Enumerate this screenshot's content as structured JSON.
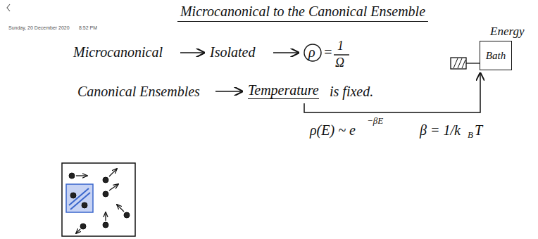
{
  "diagram": {
    "title": "Microcanonical to the Canonical Ensemble",
    "nodes": [
      {
        "text": [
          "Energy",
          "Bath"
        ]
      }
    ],
    "labels": [
      "Sunday, 20 December 2020",
      "8:52 PM",
      "Microcanonical",
      "Isolated",
      "ρ",
      "=",
      "1",
      "Ω",
      "Canonical Ensembles",
      "Temperature",
      "is fixed.",
      "ρ(E) ~ e",
      "−βE",
      "β = 1/k",
      "B",
      "T"
    ]
  }
}
